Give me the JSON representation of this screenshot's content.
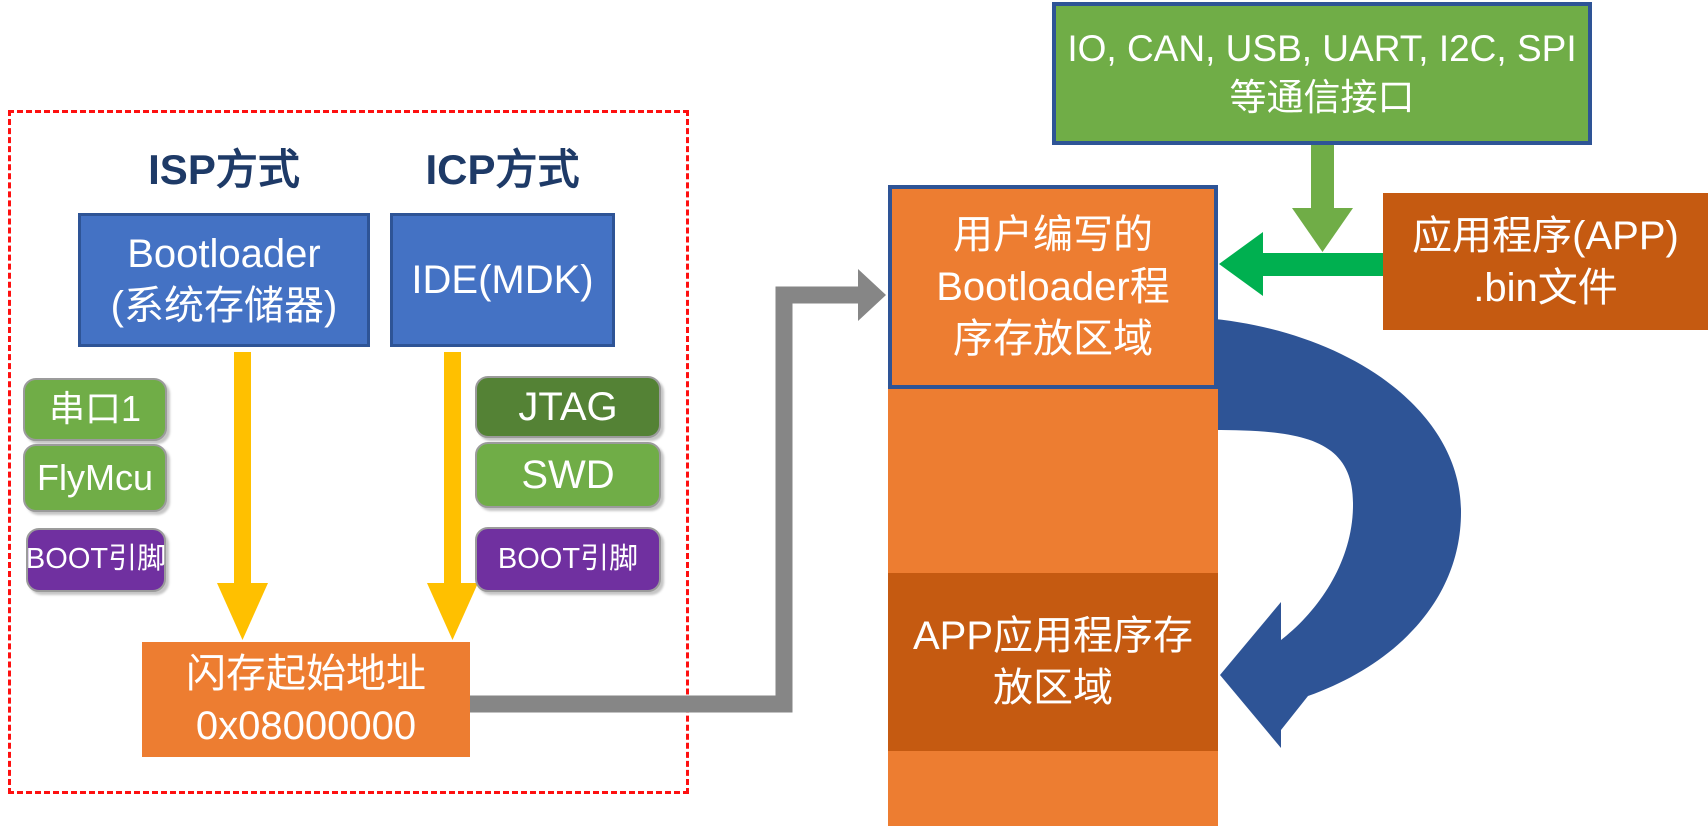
{
  "diagram": {
    "isp_panel": {
      "isp_label": "ISP方式",
      "icp_label": "ICP方式",
      "bootloader_box": {
        "lines": [
          "Bootloader",
          "(系统存储器)"
        ]
      },
      "ide_box": {
        "label": "IDE(MDK)"
      },
      "serial_box": "串口1",
      "flymcu_box": "FlyMcu",
      "boot_pin_left": "BOOT引脚",
      "jtag_box": "JTAG",
      "swd_box": "SWD",
      "boot_pin_right": "BOOT引脚",
      "flash_addr_box": {
        "lines": [
          "闪存起始地址",
          "0x08000000"
        ]
      }
    },
    "comm_box": {
      "lines": [
        "IO, CAN, USB, UART, I2C, SPI",
        "等通信接口"
      ]
    },
    "app_bin_box": {
      "lines": [
        "应用程序(APP)",
        ".bin文件"
      ]
    },
    "memory": {
      "bootloader_region": {
        "lines": [
          "用户编写的",
          "Bootloader程",
          "序存放区域"
        ]
      },
      "app_region": {
        "lines": [
          "APP应用程序存",
          "放区域"
        ]
      }
    },
    "colors": {
      "blue_box": "#4472c4",
      "dark_blue_border": "#2e5496",
      "green": "#70ad47",
      "dark_green": "#548235",
      "bright_green_arrow": "#00b050",
      "purple": "#7030a0",
      "orange": "#ed7d31",
      "dark_orange": "#c55a11",
      "yellow_arrow": "#ffc000",
      "gray_arrow": "#868686",
      "red_dashed_border": "#fe1010",
      "header_text": "#1e3a67"
    }
  }
}
